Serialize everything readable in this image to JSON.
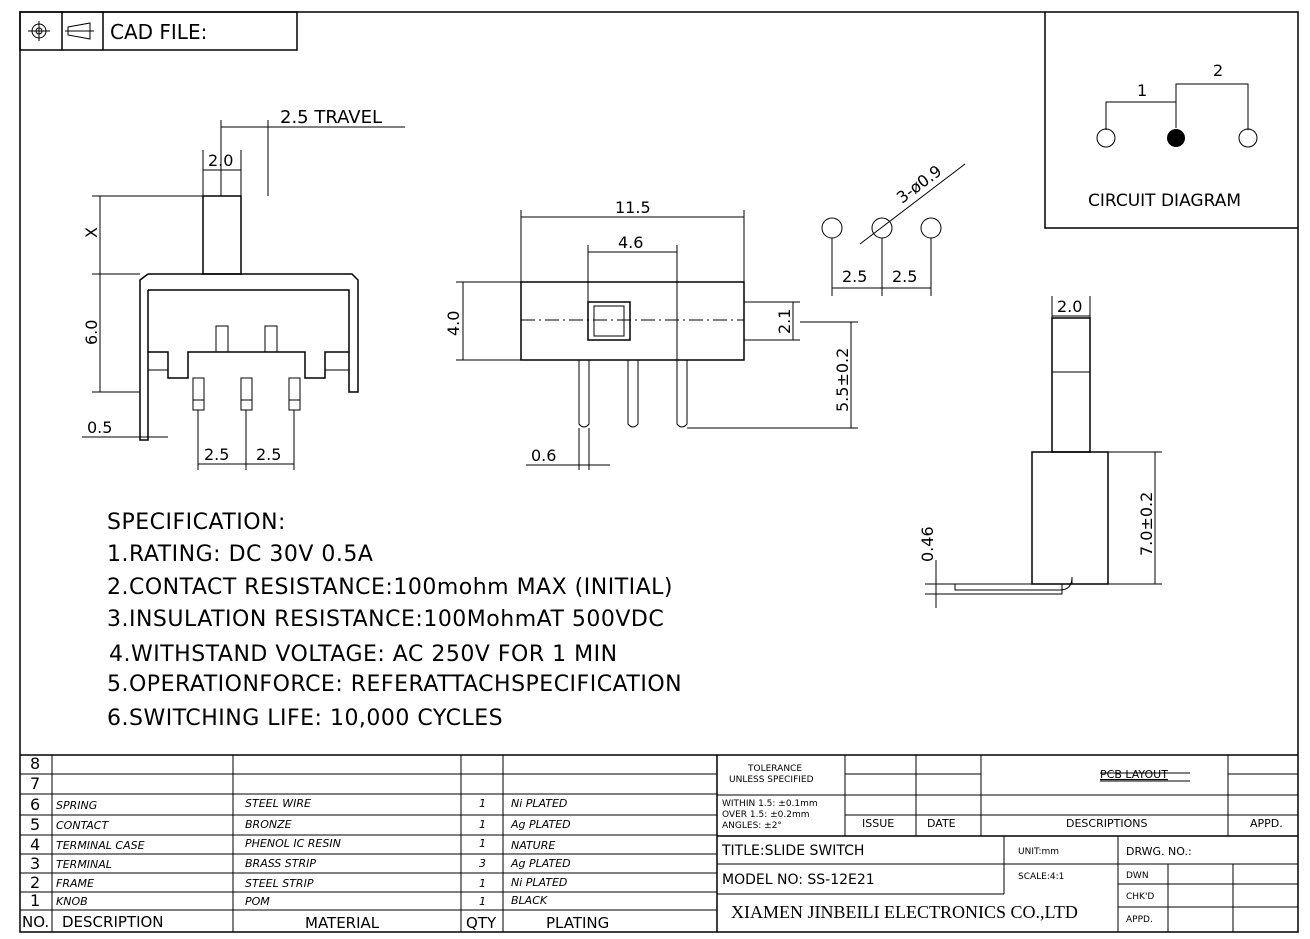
{
  "header": {
    "cad_file_label": "CAD FILE:"
  },
  "circuit": {
    "pin1": "1",
    "pin2": "2",
    "title": "CIRCUIT DIAGRAM"
  },
  "dimensions": {
    "travel": "2.5 TRAVEL",
    "knob_width_side": "2.0",
    "x_label": "X",
    "height_6": "6.0",
    "thickness_05": "0.5",
    "pitch_a": "2.5",
    "pitch_b": "2.5",
    "length_11_5": "11.5",
    "window_4_6": "4.6",
    "height_4_0": "4.0",
    "height_2_1": "2.1",
    "pin_len_5_5": "5.5±0.2",
    "pin_dia_0_6": "0.6",
    "holes": "3-ø0.9",
    "hole_pitch_a": "2.5",
    "hole_pitch_b": "2.5",
    "knob_width_end": "2.0",
    "height_7_0": "7.0±0.2",
    "thickness_046": "0.46"
  },
  "specification": {
    "heading": "SPECIFICATION:",
    "items": [
      "1.RATING: DC  30V  0.5A",
      "2.CONTACT  RESISTANCE:100mohm  MAX  (INITIAL)",
      "3.INSULATION  RESISTANCE:100MohmAT  500VDC",
      "4.WITHSTAND  VOLTAGE: AC  250V  FOR  1  MIN",
      "5.OPERATIONFORCE: REFERATTACHSPECIFICATION",
      "6.SWITCHING  LIFE: 10,000  CYCLES"
    ]
  },
  "bom": {
    "headers": {
      "no": "NO.",
      "description": "DESCRIPTION",
      "material": "MATERIAL",
      "qty": "QTY",
      "plating": "PLATING"
    },
    "rows": [
      {
        "no": "8",
        "description": "",
        "material": "",
        "qty": "",
        "plating": ""
      },
      {
        "no": "7",
        "description": "",
        "material": "",
        "qty": "",
        "plating": ""
      },
      {
        "no": "6",
        "description": "SPRING",
        "material": "STEEL WIRE",
        "qty": "1",
        "plating": "Ni PLATED"
      },
      {
        "no": "5",
        "description": "CONTACT",
        "material": "BRONZE",
        "qty": "1",
        "plating": "Ag PLATED"
      },
      {
        "no": "4",
        "description": "TERMINAL CASE",
        "material": "PHENOL IC RESIN",
        "qty": "1",
        "plating": "NATURE"
      },
      {
        "no": "3",
        "description": "TERMINAL",
        "material": "BRASS STRIP",
        "qty": "3",
        "plating": "Ag PLATED"
      },
      {
        "no": "2",
        "description": "FRAME",
        "material": "STEEL STRIP",
        "qty": "1",
        "plating": "Ni PLATED"
      },
      {
        "no": "1",
        "description": "KNOB",
        "material": "POM",
        "qty": "1",
        "plating": "BLACK"
      }
    ]
  },
  "titleblock": {
    "tolerance_line1": "TOLERANCE",
    "tolerance_line2": "UNLESS SPECIFIED",
    "within": "WITHIN 1.5: ±0.1mm",
    "over": "OVER 1.5:  ±0.2mm",
    "angles": "ANGLES: ±2°",
    "pcb_layout": "PCB LAYOUT",
    "issue": "ISSUE",
    "date": "DATE",
    "descriptions": "DESCRIPTIONS",
    "appd_col": "APPD.",
    "title": "TITLE:SLIDE SWITCH",
    "unit": "UNIT:mm",
    "drwg_no": "DRWG. NO.:",
    "model": "MODEL NO: SS-12E21",
    "scale": "SCALE:4:1",
    "dwn": "DWN",
    "chkd": "CHK'D",
    "appd": "APPD.",
    "company": "XIAMEN JINBEILI ELECTRONICS CO.,LTD"
  }
}
